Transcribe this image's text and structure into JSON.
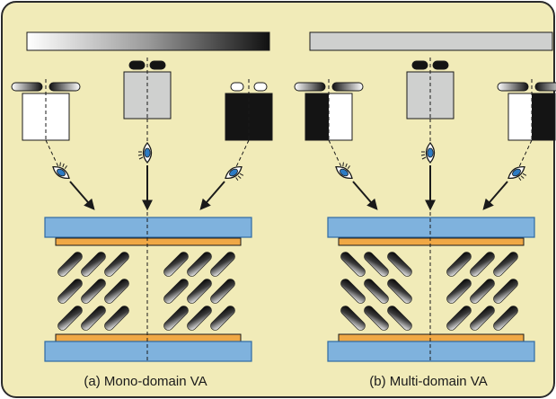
{
  "colors": {
    "background": "#f1ebb8",
    "frame": "#2b2b2b",
    "glass": "#7fb2dd",
    "glass_edge": "#2f6aa3",
    "electrode": "#f0a845",
    "lc_molecule": "#111111",
    "gray_tone": "#cfd0cf",
    "black_tone": "#141414",
    "white_tone": "#ffffff",
    "eye_iris": "#2d7bc4"
  },
  "panels": [
    {
      "id": "mono",
      "caption": "(a) Mono-domain VA",
      "top_bar": "gradient-white-to-black",
      "views": [
        {
          "position": "left-oblique",
          "shade_left": "white",
          "shade_right": "white"
        },
        {
          "position": "normal",
          "shade_left": "gray",
          "shade_right": "gray"
        },
        {
          "position": "right-oblique",
          "shade_left": "black",
          "shade_right": "black"
        }
      ],
      "lc_alignment": [
        "tilted-right",
        "tilted-right"
      ]
    },
    {
      "id": "multi",
      "caption": "(b) Multi-domain VA",
      "top_bar": "uniform-gray",
      "views": [
        {
          "position": "left-oblique",
          "shade_left": "black",
          "shade_right": "white"
        },
        {
          "position": "normal",
          "shade_left": "gray",
          "shade_right": "gray"
        },
        {
          "position": "right-oblique",
          "shade_left": "white",
          "shade_right": "black"
        }
      ],
      "lc_alignment": [
        "tilted-left",
        "tilted-right"
      ]
    }
  ]
}
